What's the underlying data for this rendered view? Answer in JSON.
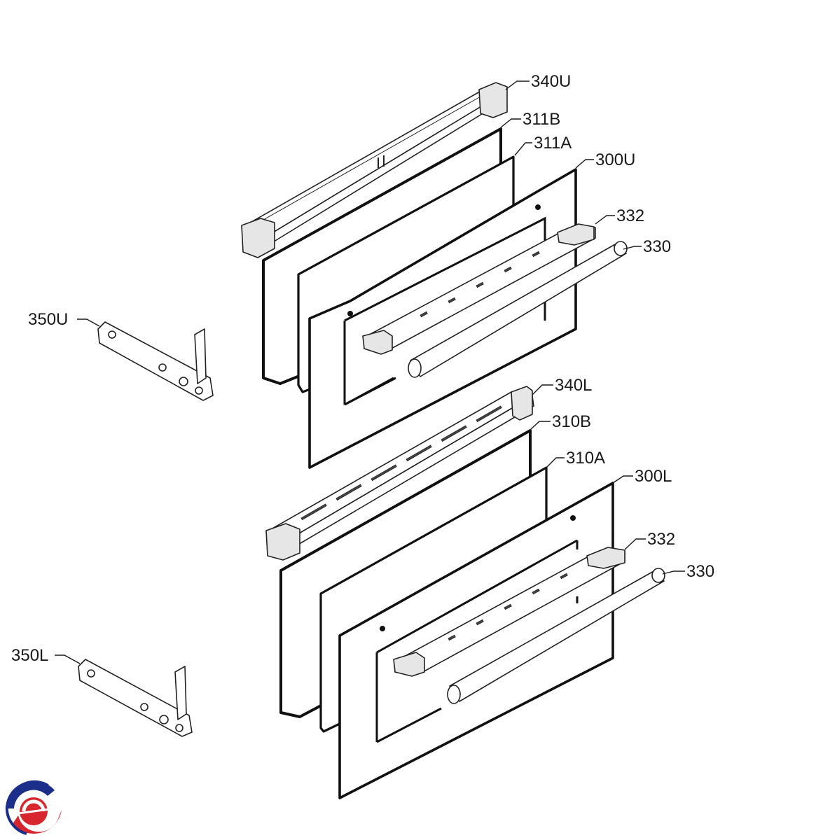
{
  "diagram": {
    "labels": [
      {
        "id": "340u",
        "text": "340U"
      },
      {
        "id": "311b",
        "text": "311B"
      },
      {
        "id": "311a",
        "text": "311A"
      },
      {
        "id": "300u",
        "text": "300U"
      },
      {
        "id": "332u",
        "text": "332"
      },
      {
        "id": "330u",
        "text": "330"
      },
      {
        "id": "350u",
        "text": "350U"
      },
      {
        "id": "340l",
        "text": "340L"
      },
      {
        "id": "310b",
        "text": "310B"
      },
      {
        "id": "310a",
        "text": "310A"
      },
      {
        "id": "300l",
        "text": "300L"
      },
      {
        "id": "332l",
        "text": "332"
      },
      {
        "id": "330l",
        "text": "330"
      },
      {
        "id": "350l",
        "text": "350L"
      }
    ]
  },
  "colors": {
    "line": "#111111",
    "logo_blue": "#1b2f8a",
    "logo_red": "#d7262e"
  },
  "logo": {
    "icon": "brand-logo-icon"
  }
}
